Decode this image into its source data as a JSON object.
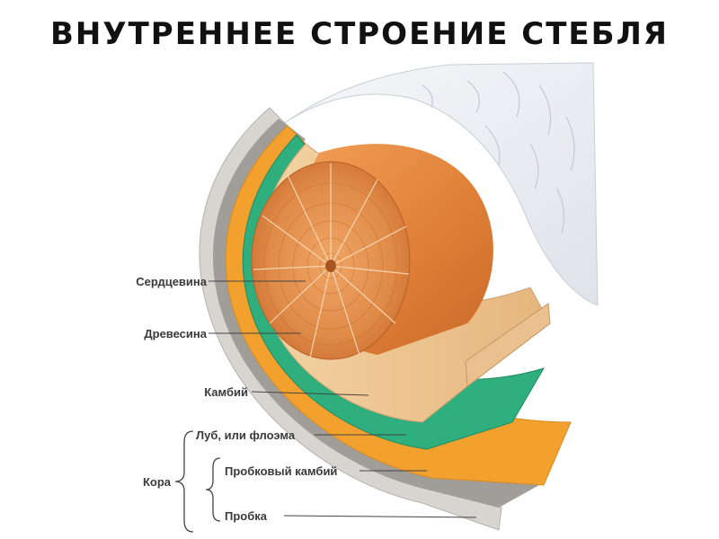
{
  "title": "ВНУТРЕННЕЕ СТРОЕНИЕ СТЕБЛЯ",
  "labels": {
    "pith": "Сердцевина",
    "wood": "Древесина",
    "cambium": "Камбий",
    "phloem": "Луб, или флоэма",
    "cork_cambium": "Пробковый камбий",
    "cork": "Пробка",
    "bark": "Кора"
  },
  "colors": {
    "title": "#111111",
    "pith_wood": "#e0853c",
    "sapwood": "#ecc18a",
    "cambium": "#2fae7e",
    "phloem": "#f2a02e",
    "cork_cambium": "#9c9a98",
    "cork": "#cfcbc7",
    "outer_bark": "#eceff3",
    "label_text": "#3a3a3a"
  }
}
